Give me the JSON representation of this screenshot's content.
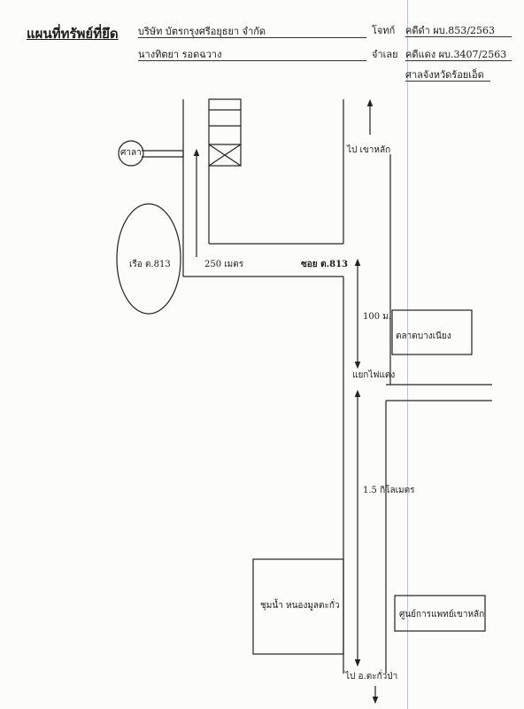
{
  "header": {
    "title": "แผนที่ทรัพย์ที่ยึด",
    "plaintiff_name": "บริษัท บัตรกรุงศรีอยุธยา จำกัด",
    "plaintiff_role": "โจทก์",
    "black_case": "คดีดำ ผบ.853/2563",
    "defendant_name": "นางทิตยา รอดฉวาง",
    "defendant_role": "จำเลย",
    "red_case": "คดีแดง ผบ.3407/2563",
    "court": "ศาลจังหวัดร้อยเอ็ด"
  },
  "map": {
    "sala": "ศาลา",
    "reua": "เรือ ต.813",
    "distance_250": "250 เมตร",
    "soi": "ซอย ต.813",
    "to_khao_lak": "ไป เขาหลัก",
    "dist_100": "100 ม.",
    "market": "ตลาดบางเนียง",
    "traffic_light": "แยกไฟแดง",
    "dist_15km": "1.5 กิโลเมตร",
    "community": "ชุมน้ำ หนองมูลตะกั่ว",
    "medical_center": "ศูนย์การแพทย์เขาหลัก",
    "to_takuapa": "ไป อ.ตะกั่วป่า"
  }
}
